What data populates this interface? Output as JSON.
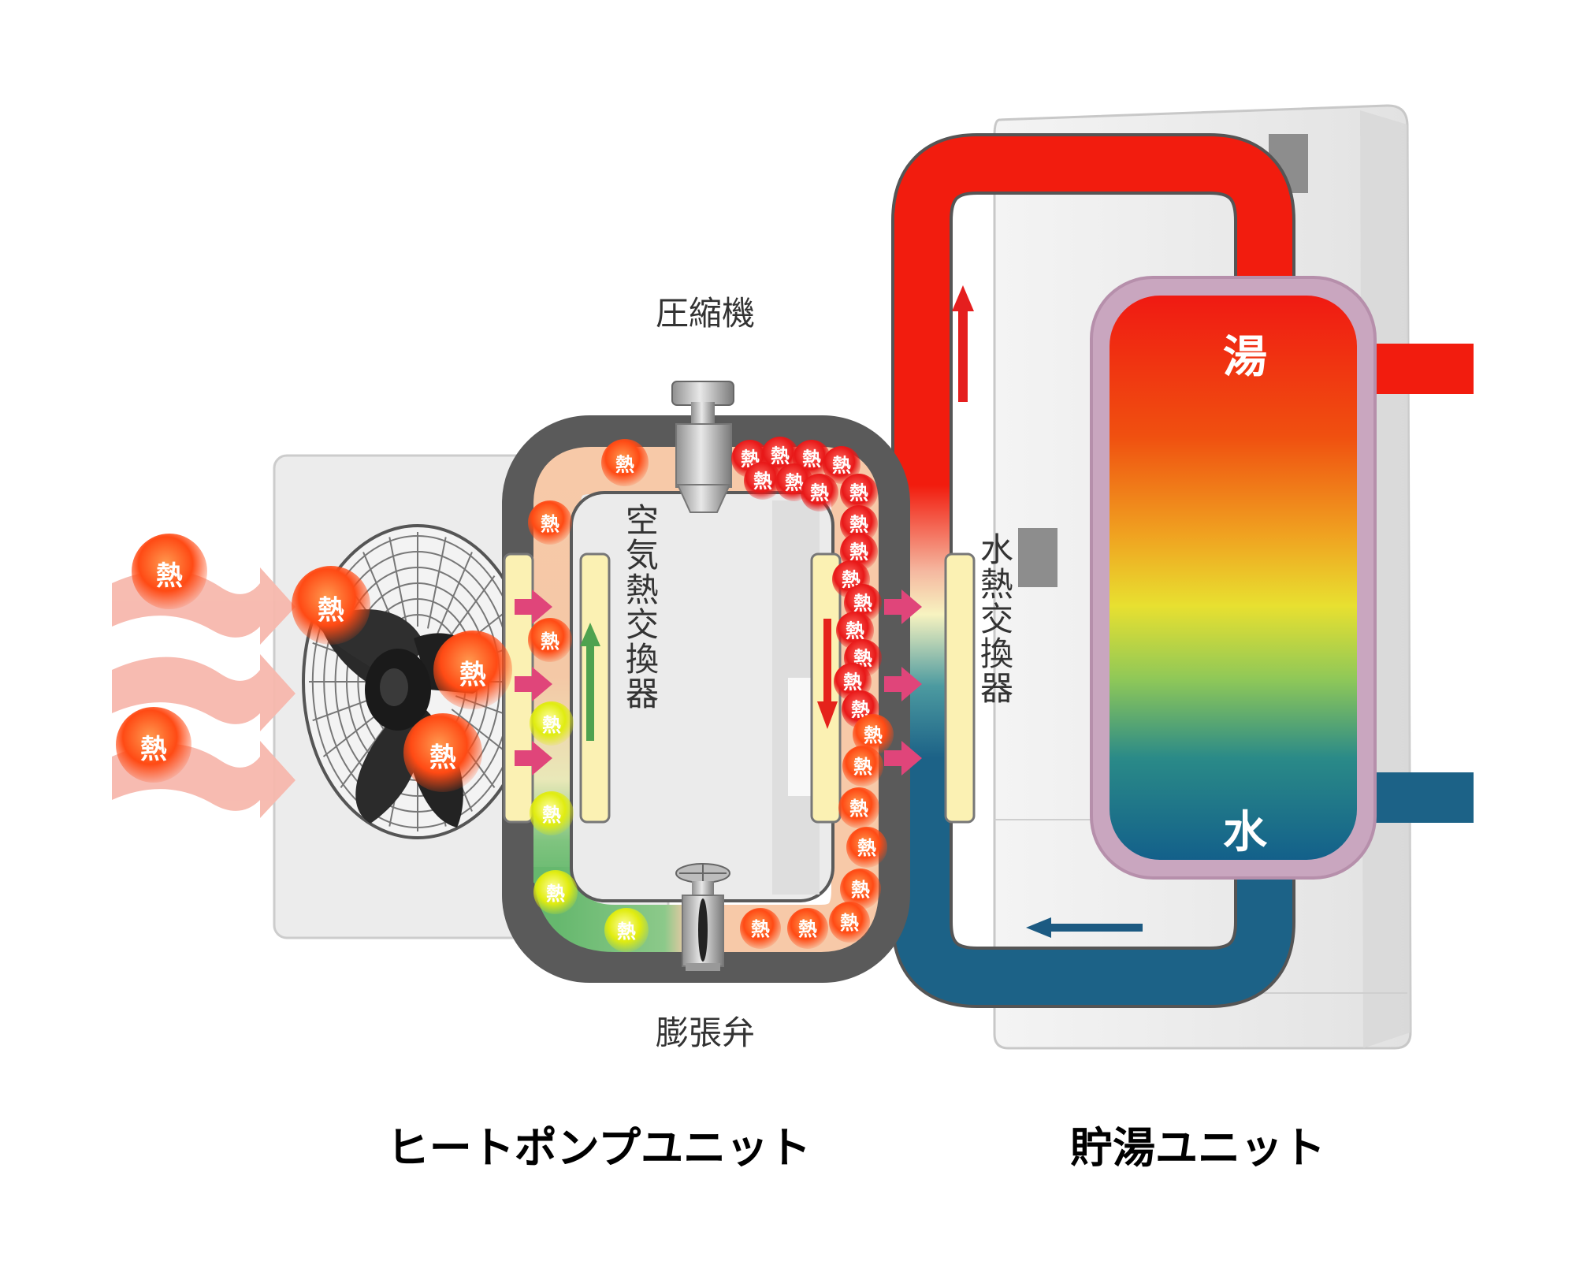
{
  "labels": {
    "compressor": "圧縮機",
    "expansion_valve": "膨張弁",
    "air_heat_exchanger": "空気熱交換器",
    "water_heat_exchanger": "水熱交換器",
    "hot_water": "湯",
    "water": "水",
    "heat_pump_unit": "ヒートポンプユニット",
    "storage_unit": "貯湯ユニット",
    "heat": "熱"
  },
  "colors": {
    "hot": "#f21c0e",
    "cold": "#1c6287",
    "heat_chip": "#ff5a1e",
    "cool_chip": "#e6f020",
    "refrigerant_warm": "#f7c9a8",
    "refrigerant_cool": "#6fbf73",
    "flow_arrow": "#e0457a"
  }
}
